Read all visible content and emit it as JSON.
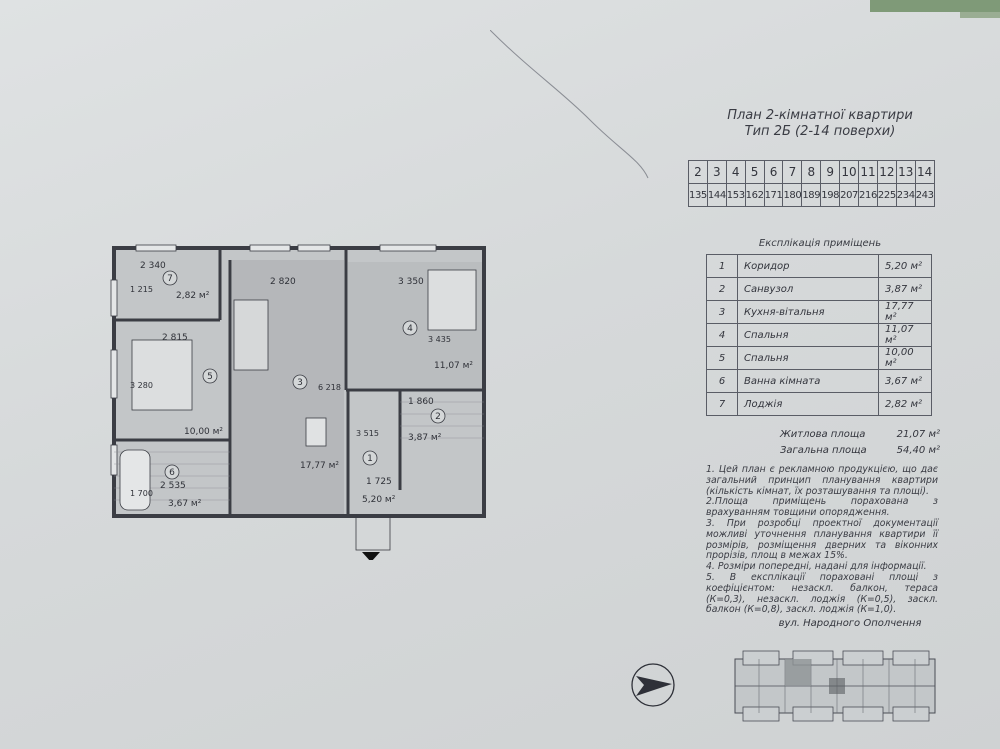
{
  "title": {
    "line1": "План 2-кімнатної квартири",
    "line2": "Тип 2Б (2-14 поверхи)"
  },
  "floors": [
    "2",
    "3",
    "4",
    "5",
    "6",
    "7",
    "8",
    "9",
    "10",
    "11",
    "12",
    "13",
    "14"
  ],
  "apartments": [
    "135",
    "144",
    "153",
    "162",
    "171",
    "180",
    "189",
    "198",
    "207",
    "216",
    "225",
    "234",
    "243"
  ],
  "explication_title": "Експлікація приміщень",
  "rooms": [
    {
      "num": "1",
      "name": "Коридор",
      "area": "5,20 м²"
    },
    {
      "num": "2",
      "name": "Санвузол",
      "area": "3,87 м²"
    },
    {
      "num": "3",
      "name": "Кухня-вітальня",
      "area": "17,77 м²"
    },
    {
      "num": "4",
      "name": "Спальня",
      "area": "11,07 м²"
    },
    {
      "num": "5",
      "name": "Спальня",
      "area": "10,00 м²"
    },
    {
      "num": "6",
      "name": "Ванна кімната",
      "area": "3,67 м²"
    },
    {
      "num": "7",
      "name": "Лоджія",
      "area": "2,82 м²"
    }
  ],
  "summary": {
    "living_label": "Житлова площа",
    "living_value": "21,07 м²",
    "total_label": "Загальна площа",
    "total_value": "54,40 м²"
  },
  "notes": [
    "1. Цей план є рекламною продукцією, що дає загальний принцип планування квартири (кількість кімнат, їх розташування та площі).",
    "2.Площа приміщень порахована з врахуванням товщини опорядження.",
    "3. При розробці проектної документації можливі уточнення планування квартири її розмірів, розміщення дверних та віконних прорізів, площ в межах 15%.",
    "4. Розміри попередні, надані для інформації.",
    "5. В експлікації пораховані площі з коефіцієнтом: незаскл. балкон, тераса (К=0,3), незаскл. лоджія (К=0,5), заскл. балкон (К=0,8), заскл. лоджія (К=1,0)."
  ],
  "street": "вул. Народного Ополчення",
  "plan_labels": {
    "r7_dim_w": "2 340",
    "r7_dim_h": "1 215",
    "r7_num": "7",
    "r7_area": "2,82 м²",
    "r3_dim_w": "2 820",
    "r3_dim_h": "6 218",
    "r3_num": "3",
    "r3_area": "17,77 м²",
    "r4_dim_w": "3 350",
    "r4_dim_h": "3 435",
    "r4_num": "4",
    "r4_area": "11,07 м²",
    "r5_dim_w": "2 815",
    "r5_dim_h": "3 280",
    "r5_num": "5",
    "r5_area": "10,00 м²",
    "r2_dim_w": "1 860",
    "r2_num": "2",
    "r2_area": "3,87 м²",
    "r1_dim_w": "1 725",
    "r1_dim_h": "3 515",
    "r1_num": "1",
    "r1_area": "5,20 м²",
    "r6_dim_w": "2 535",
    "r6_dim_h": "1 700",
    "r6_num": "6",
    "r6_area": "3,67 м²"
  }
}
